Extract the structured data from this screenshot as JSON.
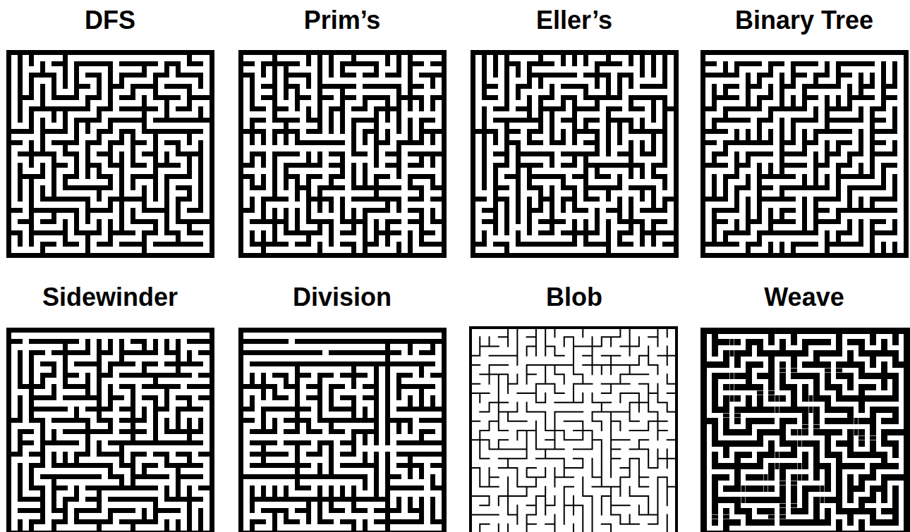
{
  "diagram": {
    "labels": [
      "DFS",
      "Prim’s",
      "Eller’s",
      "Binary Tree",
      "Sidewinder",
      "Division",
      "Blob",
      "Weave"
    ]
  }
}
